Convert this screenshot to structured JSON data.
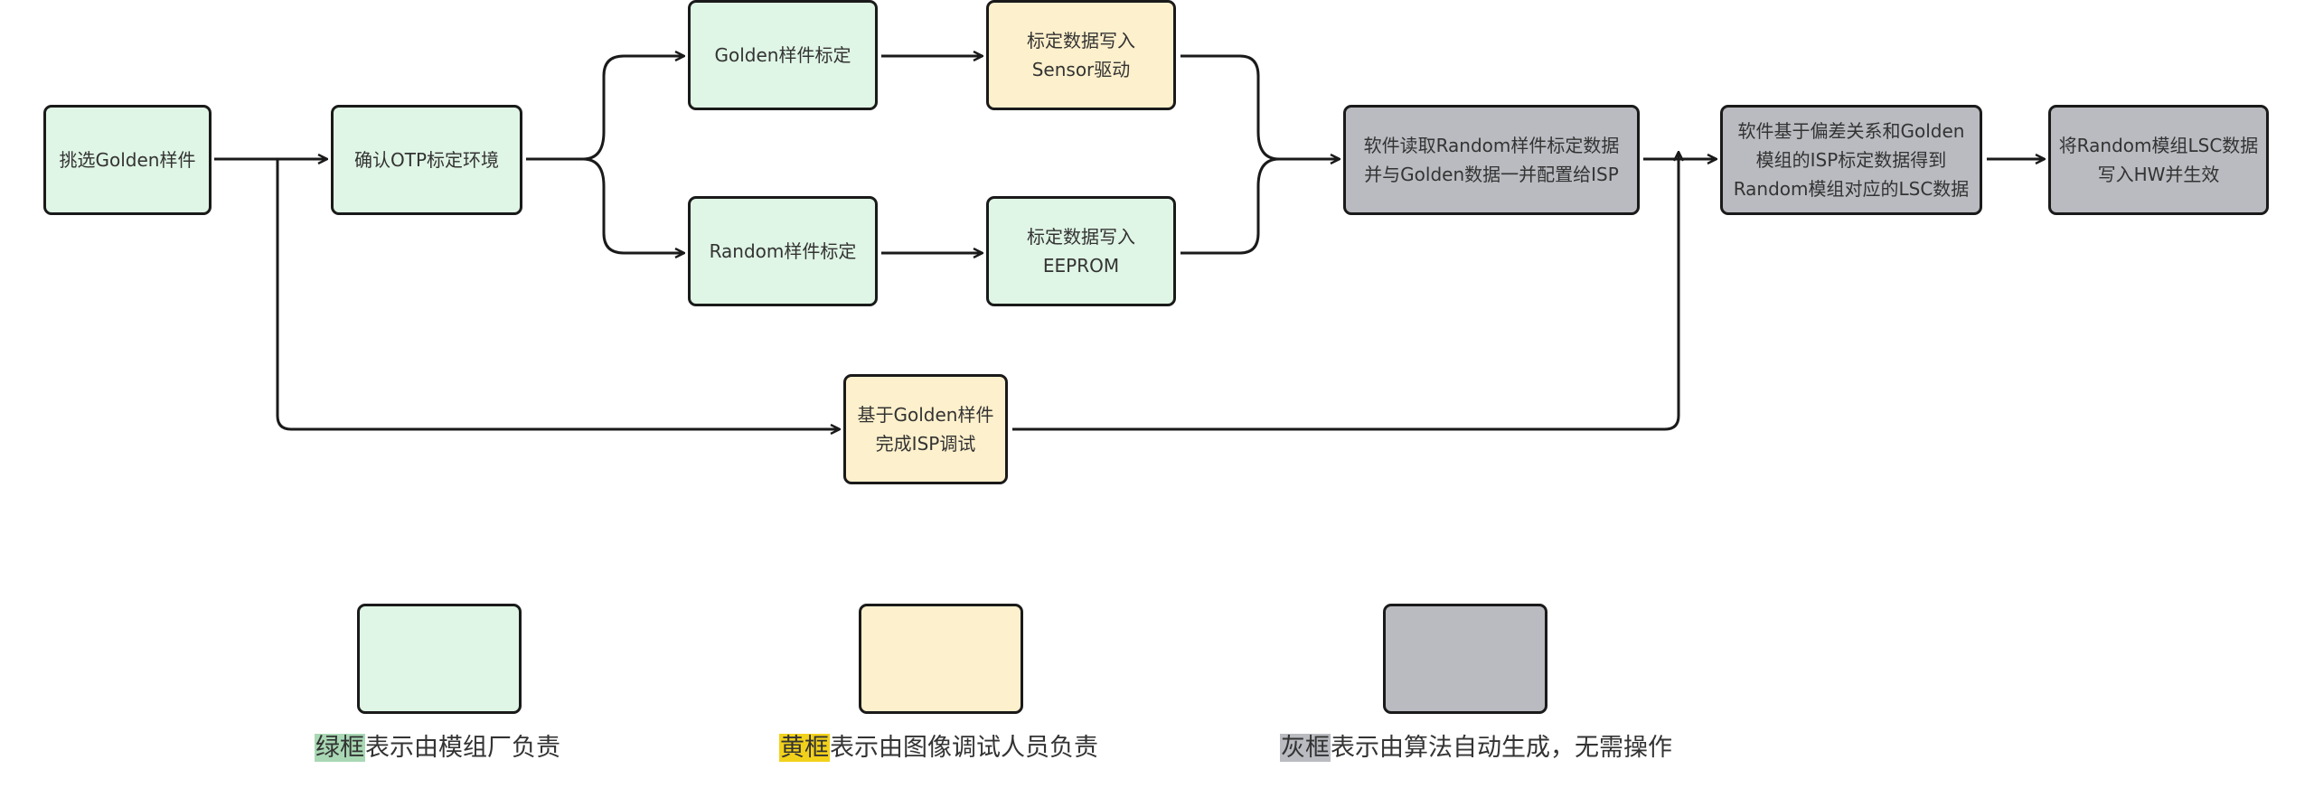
{
  "nodes": {
    "pick_golden": "挑选Golden样件",
    "confirm_otp": "确认OTP标定环境",
    "golden_calib": "Golden样件标定",
    "random_calib": "Random样件标定",
    "write_sensor": "标定数据写入\nSensor驱动",
    "write_eeprom": "标定数据写入\nEEPROM",
    "isp_tuning": "基于Golden样件\n完成ISP调试",
    "read_random": "软件读取Random样件标定数据\n并与Golden数据一并配置给ISP",
    "compute_lsc": "软件基于偏差关系和Golden\n模组的ISP标定数据得到\nRandom模组对应的LSC数据",
    "write_hw": "将Random模组LSC数据\n写入HW并生效"
  },
  "legend": {
    "green": {
      "tag": "绿框",
      "text": "表示由模组厂负责",
      "tag_color": "#a9d8b4"
    },
    "yellow": {
      "tag": "黄框",
      "text": "表示由图像调试人员负责",
      "tag_color": "#f2d11b"
    },
    "gray": {
      "tag": "灰框",
      "text": "表示由算法自动生成，无需操作",
      "tag_color": "#b9bbc0"
    }
  },
  "colors": {
    "green_fill": "#dff5e5",
    "yellow_fill": "#fdf0cc",
    "gray_fill": "#b9bbc0",
    "stroke": "#1a1a1a"
  }
}
